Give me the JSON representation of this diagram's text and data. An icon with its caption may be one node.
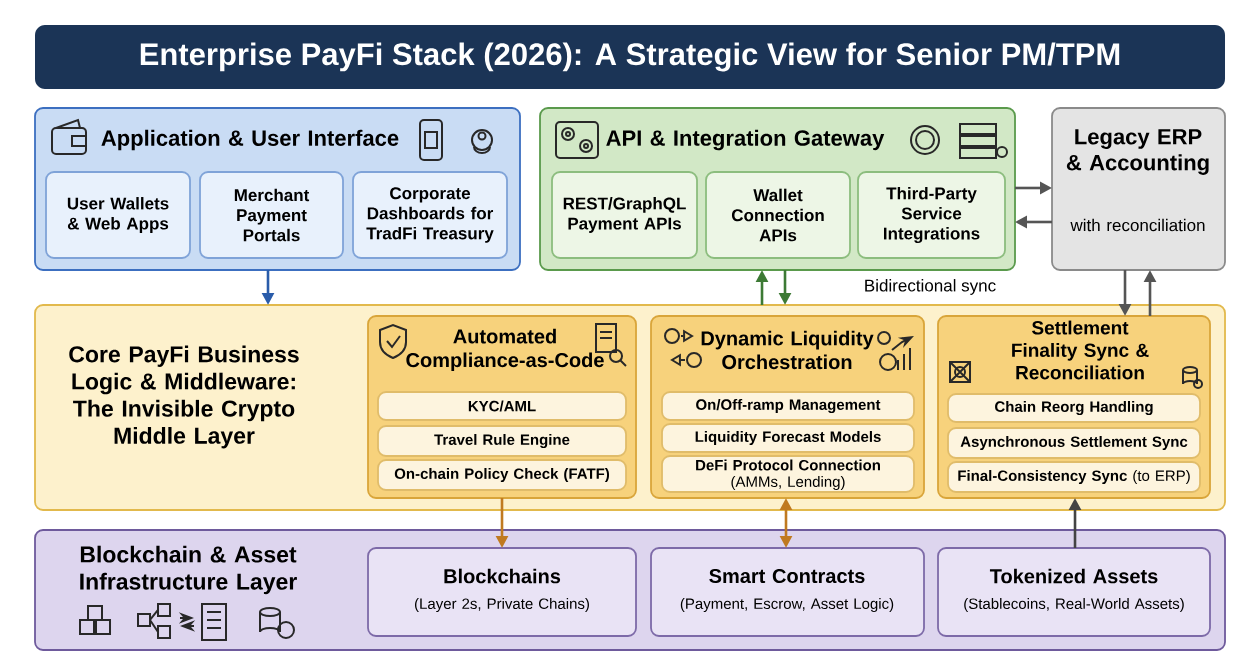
{
  "diagram": {
    "title": "Enterprise PayFi Stack (2026): A Strategic View for Senior PM/TPM",
    "nodes": [
      {
        "text": [
          "Application & User Interface"
        ]
      },
      {
        "text": [
          "User Wallets & Web Apps"
        ],
        "in": 0
      },
      {
        "text": [
          "Merchant Payment Portals"
        ],
        "in": 0
      },
      {
        "text": [
          "Corporate Dashboards for TradFi Treasury"
        ],
        "in": 0
      },
      {
        "text": [
          "API & Integration Gateway"
        ]
      },
      {
        "text": [
          "REST/GraphQL Payment APIs"
        ],
        "in": 4
      },
      {
        "text": [
          "Wallet Connection APIs"
        ],
        "in": 4
      },
      {
        "text": [
          "Third-Party Service Integrations"
        ],
        "in": 4
      },
      {
        "text": [
          "Legacy ERP & Accounting",
          "with reconciliation"
        ]
      },
      {
        "text": [
          "Core PayFi Business Logic & Middleware: The Invisible Crypto Middle Layer"
        ]
      },
      {
        "text": [
          "Automated Compliance-as-Code"
        ],
        "in": 9
      },
      {
        "text": [
          "KYC/AML"
        ],
        "in": 10
      },
      {
        "text": [
          "Travel Rule Engine"
        ],
        "in": 10
      },
      {
        "text": [
          "On-chain Policy Check (FATF)"
        ],
        "in": 10
      },
      {
        "text": [
          "Dynamic Liquidity Orchestration"
        ],
        "in": 9
      },
      {
        "text": [
          "On/Off-ramp Management"
        ],
        "in": 14
      },
      {
        "text": [
          "Liquidity Forecast Models"
        ],
        "in": 14
      },
      {
        "text": [
          "DeFi Protocol Connection",
          "(AMMs, Lending)"
        ],
        "in": 14
      },
      {
        "text": [
          "Settlement Finality Sync & Reconciliation"
        ],
        "in": 9
      },
      {
        "text": [
          "Chain Reorg Handling"
        ],
        "in": 18
      },
      {
        "text": [
          "Asynchronous Settlement Sync"
        ],
        "in": 18
      },
      {
        "text": [
          "**Final-Consistency Sync** (to ERP)"
        ],
        "in": 18
      },
      {
        "text": [
          "Blockchain & Asset Infrastructure Layer"
        ]
      },
      {
        "text": [
          "Blockchains",
          "(Layer 2s, Private Chains)"
        ],
        "in": 22
      },
      {
        "text": [
          "Smart Contracts",
          "(Payment, Escrow, Asset Logic)"
        ],
        "in": 22
      },
      {
        "text": [
          "Tokenized Assets",
          "(Stablecoins, Real-World Assets)"
        ],
        "in": 22
      }
    ],
    "edges": [
      {
        "from": 0,
        "to": 9,
        "arrow": "to",
        "color": "#2a5caa"
      },
      {
        "from": 9,
        "to": 4,
        "arrow": "to",
        "color": "#3d7a35"
      },
      {
        "from": 4,
        "to": 9,
        "arrow": "to",
        "color": "#3d7a35"
      },
      {
        "from": 4,
        "to": 8,
        "arrow": "to",
        "color": "#555555"
      },
      {
        "from": 8,
        "to": 4,
        "arrow": "to",
        "color": "#555555"
      },
      {
        "from": 8,
        "to": 18,
        "arrow": "to",
        "color": "#555555"
      },
      {
        "from": 18,
        "to": 8,
        "arrow": "to",
        "color": "#555555"
      },
      {
        "from": 10,
        "to": 23,
        "arrow": "to",
        "color": "#c07a20"
      },
      {
        "from": 14,
        "to": 24,
        "arrow": "both",
        "color": "#c07a20"
      },
      {
        "from": 25,
        "to": 18,
        "arrow": "to",
        "color": "#444444"
      }
    ],
    "labels": [
      "Bidirectional sync"
    ]
  }
}
